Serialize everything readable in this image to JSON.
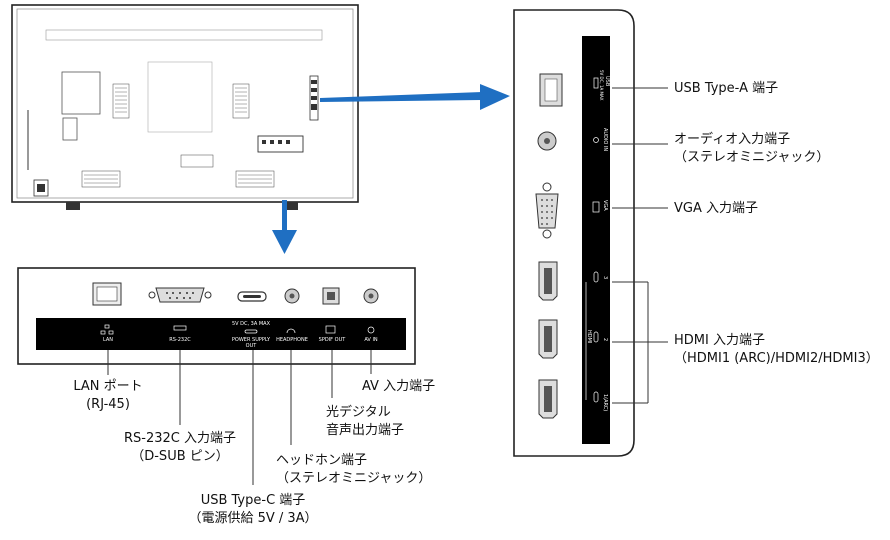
{
  "labels": {
    "usb_a": "USB Type-A 端子",
    "audio_in_1": "オーディオ入力端子",
    "audio_in_2": "（ステレオミニジャック）",
    "vga": "VGA 入力端子",
    "hdmi_1": "HDMI 入力端子",
    "hdmi_2": "（HDMI1 (ARC)/HDMI2/HDMI3）",
    "lan_1": "LAN ポート",
    "lan_2": "(RJ-45)",
    "rs232c_1": "RS-232C 入力端子",
    "rs232c_2": "（D-SUB ピン）",
    "usb_c_1": "USB Type-C 端子",
    "usb_c_2": "（電源供給 5V / 3A）",
    "headphone_1": "ヘッドホン端子",
    "headphone_2": "（ステレオミニジャック）",
    "spdif_1": "光デジタル",
    "spdif_2": "音声出力端子",
    "av_in": "AV 入力端子"
  },
  "panel_labels": {
    "lan": "LAN",
    "rs232c": "RS-232C",
    "usb_c_top": "5V DC, 3A MAX",
    "usb_c_bottom": "POWER SUPPLY OUT",
    "headphone": "HEADPHONE",
    "spdif": "SPDIF OUT",
    "av_in": "AV IN",
    "usb": "USB",
    "usb_spec": "5V DC, 1A MAX",
    "audio_in": "AUDIO IN",
    "vga": "VGA",
    "hdmi": "HDMI",
    "hdmi_3": "3",
    "hdmi_2": "2",
    "hdmi_1_arc": "1(ARC)"
  },
  "colors": {
    "arrow": "#1f6fc2",
    "panel_bar": "#000000",
    "panel_border": "#222222"
  }
}
